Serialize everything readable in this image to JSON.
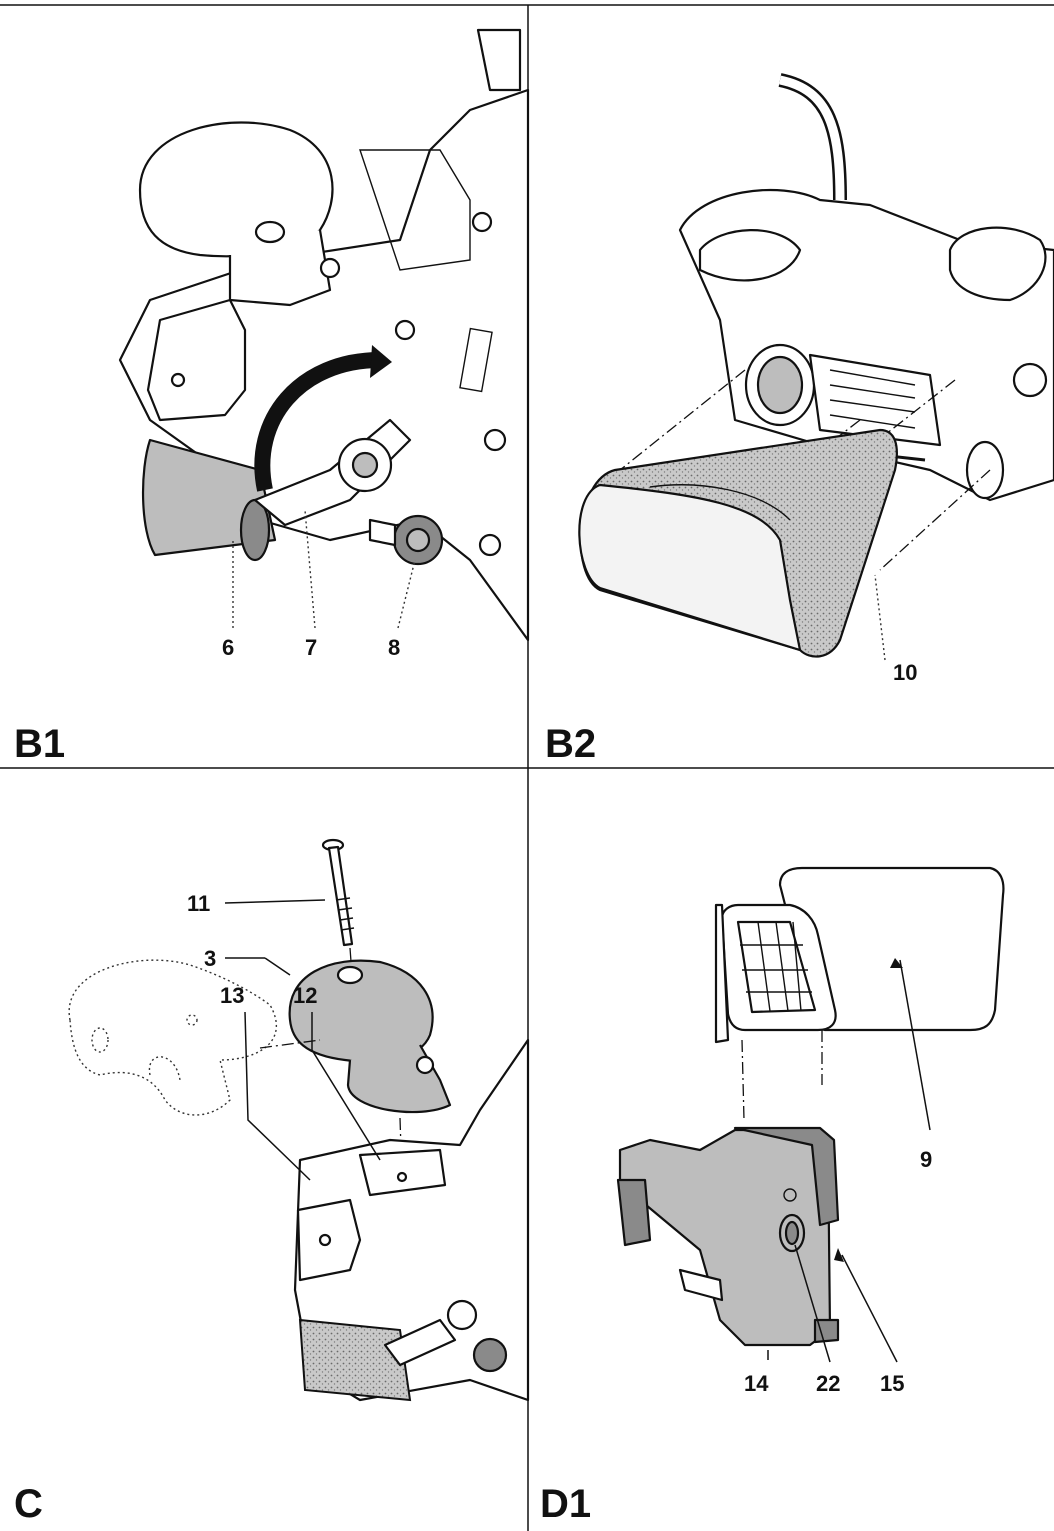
{
  "panels": {
    "b1": {
      "label": "B1",
      "callouts": [
        "6",
        "7",
        "8"
      ]
    },
    "b2": {
      "label": "B2",
      "callouts": [
        "10"
      ]
    },
    "c": {
      "label": "C",
      "callouts": [
        "11",
        "3",
        "13",
        "12"
      ]
    },
    "d1": {
      "label": "D1",
      "callouts": [
        "9",
        "14",
        "22",
        "15"
      ]
    }
  }
}
